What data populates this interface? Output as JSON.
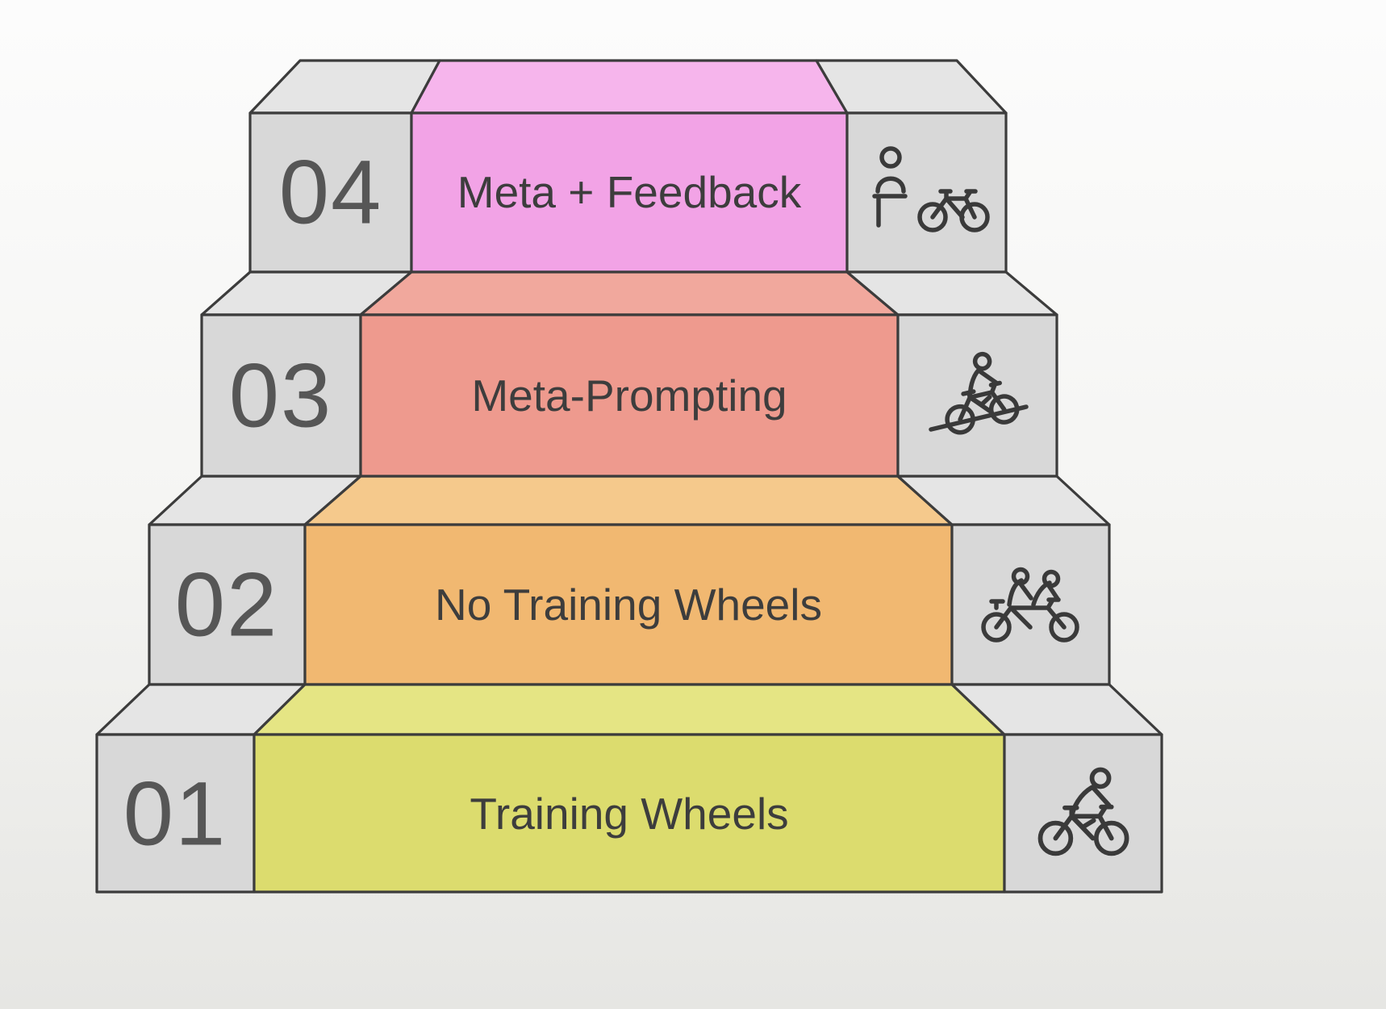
{
  "steps": [
    {
      "number": "04",
      "label": "Meta + Feedback",
      "color": "#f2a3e6",
      "color_top": "#f6b5ec",
      "icon": "person-with-bicycle-icon"
    },
    {
      "number": "03",
      "label": "Meta-Prompting",
      "color": "#ee9a8e",
      "color_top": "#f1a89d",
      "icon": "cyclist-uphill-icon"
    },
    {
      "number": "02",
      "label": "No Training Wheels",
      "color": "#f1b871",
      "color_top": "#f5c98c",
      "icon": "tandem-cyclists-icon"
    },
    {
      "number": "01",
      "label": "Training Wheels",
      "color": "#dcdc6e",
      "color_top": "#e5e584",
      "icon": "cyclist-riding-icon"
    }
  ],
  "colors": {
    "panel_gray": "#d8d8d8",
    "panel_gray_top": "#e5e5e5",
    "outline": "#3c3c3c",
    "number_text": "#565656",
    "label_text": "#3d3d3d",
    "icon_stroke": "#3a3a3a",
    "background_top": "#fcfcfc",
    "background_bottom": "#e6e6e3"
  }
}
